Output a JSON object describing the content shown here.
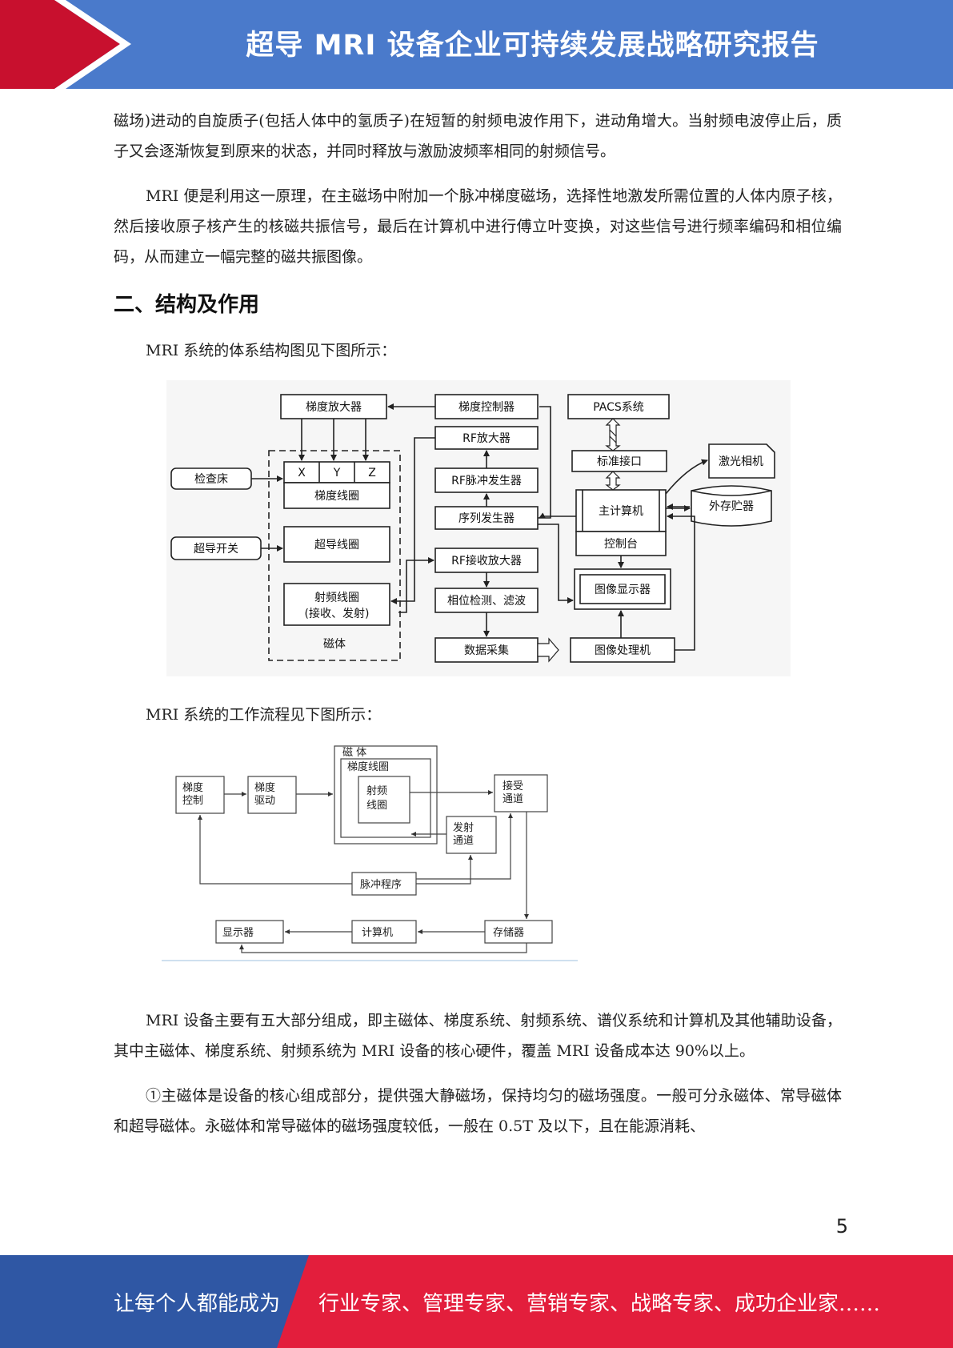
{
  "header": {
    "title": "超导 MRI 设备企业可持续发展战略研究报告"
  },
  "paragraphs": [
    "磁场)进动的自旋质子(包括人体中的氢质子)在短暂的射频电波作用下，进动角增大。当射频电波停止后，质子又会逐渐恢复到原来的状态，并同时释放与激励波频率相同的射频信号。",
    "MRI 便是利用这一原理，在主磁场中附加一个脉冲梯度磁场，选择性地激发所需位置的人体内原子核，然后接收原子核产生的核磁共振信号，最后在计算机中进行傅立叶变换，对这些信号进行频率编码和相位编码，从而建立一幅完整的磁共振图像。",
    "MRI 系统的体系结构图见下图所示：",
    "MRI 系统的工作流程见下图所示：",
    "MRI 设备主要有五大部分组成，即主磁体、梯度系统、射频系统、谱仪系统和计算机及其他辅助设备，其中主磁体、梯度系统、射频系统为 MRI 设备的核心硬件，覆盖 MRI 设备成本达 90%以上。",
    "①主磁体是设备的核心组成部分，提供强大静磁场，保持均匀的磁场强度。一般可分永磁体、常导磁体和超导磁体。永磁体和常导磁体的磁场强度较低，一般在 0.5T 及以下，且在能源消耗、"
  ],
  "section_heading": "二、结构及作用",
  "diagram1": {
    "gradient_amp": "梯度放大器",
    "gradient_ctrl": "梯度控制器",
    "pacs": "PACS系统",
    "rf_amp": "RF放大器",
    "std_interface": "标准接口",
    "laser_camera": "激光相机",
    "exam_bed": "检查床",
    "x": "X",
    "y": "Y",
    "z": "Z",
    "gradient_coil": "梯度线圈",
    "rf_pulse_gen": "RF脉冲发生器",
    "main_computer": "主计算机",
    "ext_storage": "外存贮器",
    "seq_gen": "序列发生器",
    "console": "控制台",
    "sc_switch": "超导开关",
    "sc_coil": "超导线圈",
    "rf_recv_amp": "RF接收放大器",
    "rf_coil_1": "射频线圈",
    "rf_coil_2": "(接收、发射)",
    "image_display": "图像显示器",
    "phase_detect": "相位检测、滤波",
    "magnet": "磁体",
    "data_acq": "数据采集",
    "image_proc": "图像处理机"
  },
  "diagram2": {
    "magnet": "磁 体",
    "gradient_coil": "梯度线圈",
    "grad_ctrl_1": "梯度",
    "grad_ctrl_2": "控制",
    "grad_drive_1": "梯度",
    "grad_drive_2": "驱动",
    "rf_coil_1": "射频",
    "rf_coil_2": "线圈",
    "recv_1": "接受",
    "recv_2": "通道",
    "tx_1": "发射",
    "tx_2": "通道",
    "pulse_prog": "脉冲程序",
    "display": "显示器",
    "computer": "计算机",
    "storage": "存储器"
  },
  "page_number": "5",
  "footer": {
    "left_text": "让每个人都能成为",
    "right_text": "行业专家、管理专家、营销专家、战略专家、成功企业家……"
  },
  "colors": {
    "header_blue": "#4a7acb",
    "header_red": "#c8102e",
    "footer_blue": "#2f57a4",
    "footer_red": "#e31e3c"
  }
}
